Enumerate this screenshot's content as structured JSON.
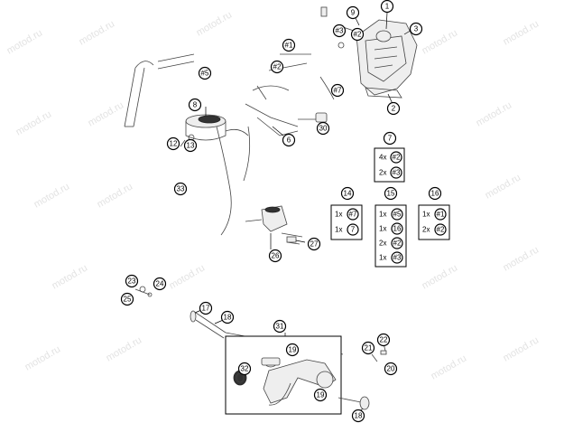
{
  "watermark": "motod.ru",
  "callouts": {
    "c1": "1",
    "c2": "2",
    "c3": "3",
    "c6": "6",
    "c7": "7",
    "c8": "8",
    "c9": "9",
    "c12": "12",
    "c13": "13",
    "c14": "14",
    "c15": "15",
    "c16": "16",
    "c17": "17",
    "c18a": "18",
    "c18b": "18",
    "c19a": "19",
    "c19b": "19",
    "c20": "20",
    "c21": "21",
    "c22": "22",
    "c23": "23",
    "c24": "24",
    "c25": "25",
    "c26": "26",
    "c27": "27",
    "c30": "30",
    "c31": "31",
    "c32": "32",
    "c33": "33",
    "r1": "#1",
    "r2a": "#2",
    "r2b": "#2",
    "r3": "#3",
    "r5": "#5",
    "r7": "#7"
  },
  "kits": {
    "k7": {
      "label": "7",
      "rows": [
        {
          "qty": "4x",
          "ref": "#2"
        },
        {
          "qty": "2x",
          "ref": "#3"
        }
      ]
    },
    "k14": {
      "label": "14",
      "rows": [
        {
          "qty": "1x",
          "ref": "#7"
        },
        {
          "qty": "1x",
          "ref": "7"
        }
      ]
    },
    "k15": {
      "label": "15",
      "rows": [
        {
          "qty": "1x",
          "ref": "#5"
        },
        {
          "qty": "1x",
          "ref": "16"
        },
        {
          "qty": "2x",
          "ref": "#2"
        },
        {
          "qty": "1x",
          "ref": "#3"
        }
      ]
    },
    "k16": {
      "label": "16",
      "rows": [
        {
          "qty": "1x",
          "ref": "#1"
        },
        {
          "qty": "2x",
          "ref": "#2"
        }
      ]
    }
  }
}
